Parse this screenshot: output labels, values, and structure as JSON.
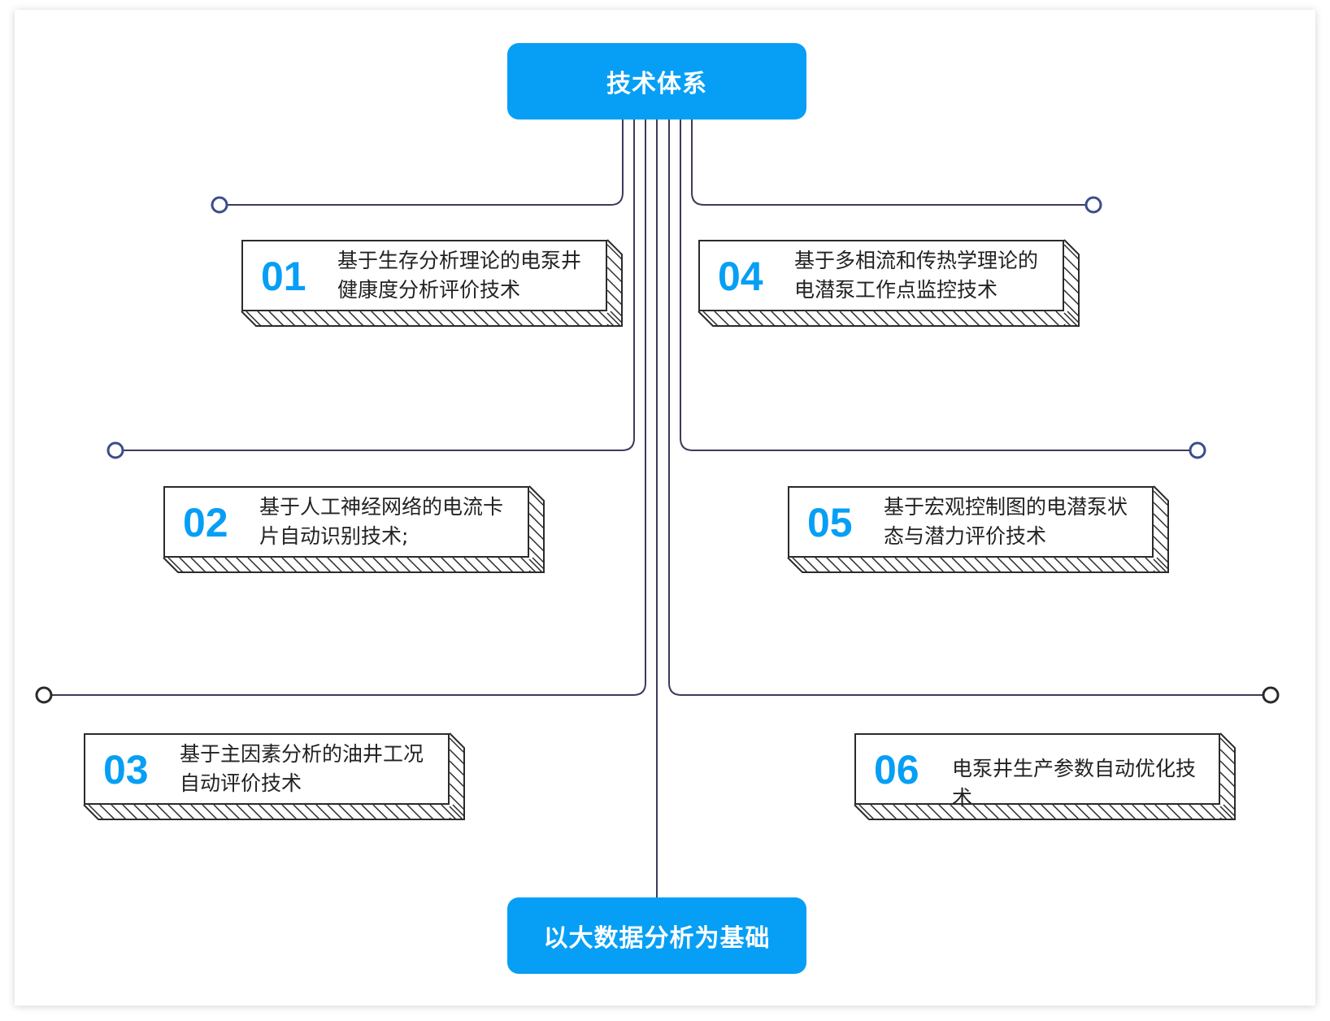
{
  "diagram": {
    "top_node": "技术体系",
    "bottom_node": "以大数据分析为基础",
    "colors": {
      "accent": "#069ff5",
      "line": "#3b3b5c",
      "connector_circle_blue": "#3a4d8c",
      "connector_circle_dark": "#2a2a2a",
      "text": "#222222"
    },
    "items": [
      {
        "num": "01",
        "text": "基于生存分析理论的电泵井健康度分析评价技术"
      },
      {
        "num": "02",
        "text": "基于人工神经网络的电流卡片自动识别技术;"
      },
      {
        "num": "03",
        "text": "基于主因素分析的油井工况自动评价技术"
      },
      {
        "num": "04",
        "text": "基于多相流和传热学理论的电潜泵工作点监控技术"
      },
      {
        "num": "05",
        "text": "基于宏观控制图的电潜泵状态与潜力评价技术"
      },
      {
        "num": "06",
        "text": "电泵井生产参数自动优化技术"
      }
    ]
  }
}
